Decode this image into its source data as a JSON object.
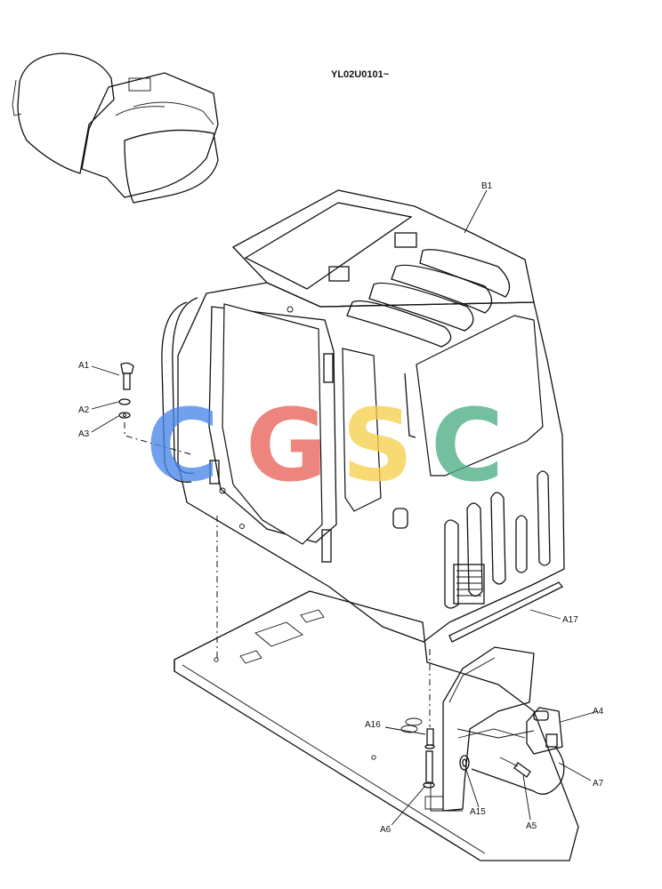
{
  "header": {
    "model_code": "YL02U0101~"
  },
  "callouts": {
    "A1": "A1",
    "A2": "A2",
    "A3": "A3",
    "A4": "A4",
    "A5": "A5",
    "A6": "A6",
    "A7": "A7",
    "A15": "A15",
    "A16": "A16",
    "A17": "A17",
    "B1": "B1"
  },
  "watermark": {
    "letters": [
      "C",
      "G",
      "S",
      "C"
    ],
    "colors": [
      "#4a86e8",
      "#e8635a",
      "#f6d04d",
      "#4cae85"
    ]
  }
}
